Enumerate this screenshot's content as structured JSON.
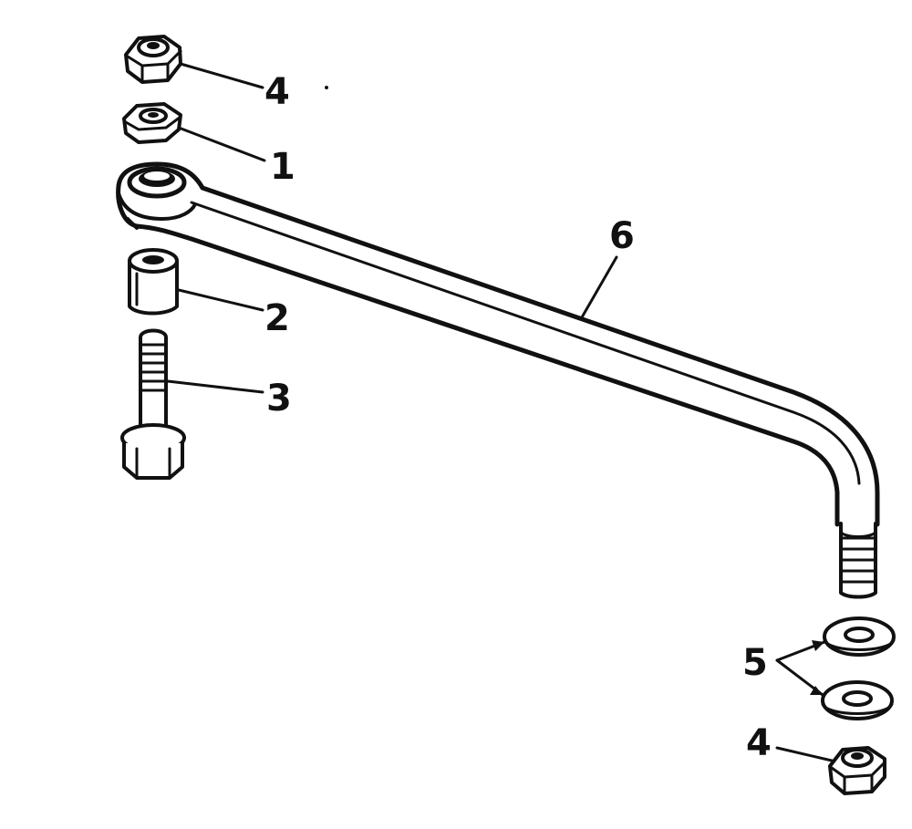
{
  "callouts": {
    "c1": "1",
    "c2": "2",
    "c3": "3",
    "c4_top": "4",
    "c4_bottom": "4",
    "c5": "5",
    "c6": "6"
  },
  "colors": {
    "ink": "#111111",
    "background": "#ffffff"
  }
}
